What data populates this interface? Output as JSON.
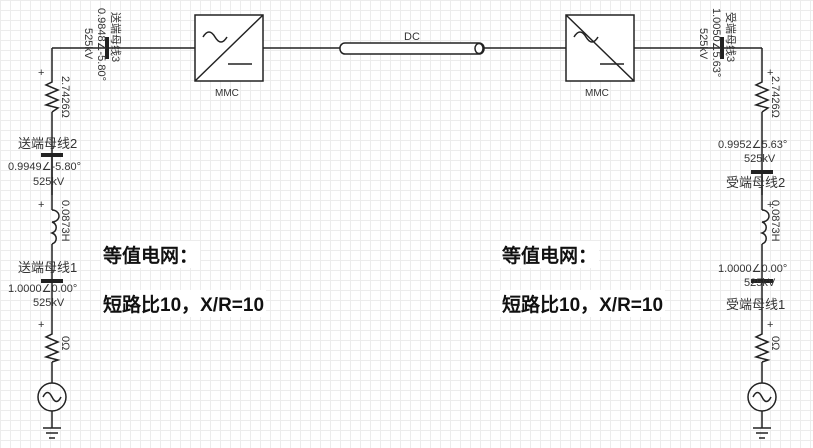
{
  "left": {
    "bus3": {
      "name": "送端母线3",
      "voltage": "0.9848∠-5.80°",
      "base": "525kV"
    },
    "bus2": {
      "name": "送端母线2",
      "voltage": "0.9949∠-5.80°",
      "base": "525kV"
    },
    "bus1": {
      "name": "送端母线1",
      "voltage": "1.0000∠0.00°",
      "base": "525kV"
    },
    "resistor_top": "2.7426Ω",
    "inductor": "0.0873H",
    "resistor_bottom": "0Ω",
    "converter": "MMC",
    "plus": "+"
  },
  "right": {
    "bus3": {
      "name": "受端母线3",
      "voltage": "1.0050∠5.63°",
      "base": "525kV"
    },
    "bus2": {
      "name": "受端母线2",
      "voltage": "0.9952∠5.63°",
      "base": "525kV"
    },
    "bus1": {
      "name": "受端母线1",
      "voltage": "1.0000∠0.00°",
      "base": "525kV"
    },
    "resistor_top": "2.7426Ω",
    "inductor": "0.0873H",
    "resistor_bottom": "0Ω",
    "converter": "MMC",
    "plus": "+"
  },
  "dc_label": "DC",
  "equivalent_left": {
    "title": "等值电网：",
    "desc": "短路比10，X/R=10"
  },
  "equivalent_right": {
    "title": "等值电网：",
    "desc": "短路比10，X/R=10"
  }
}
